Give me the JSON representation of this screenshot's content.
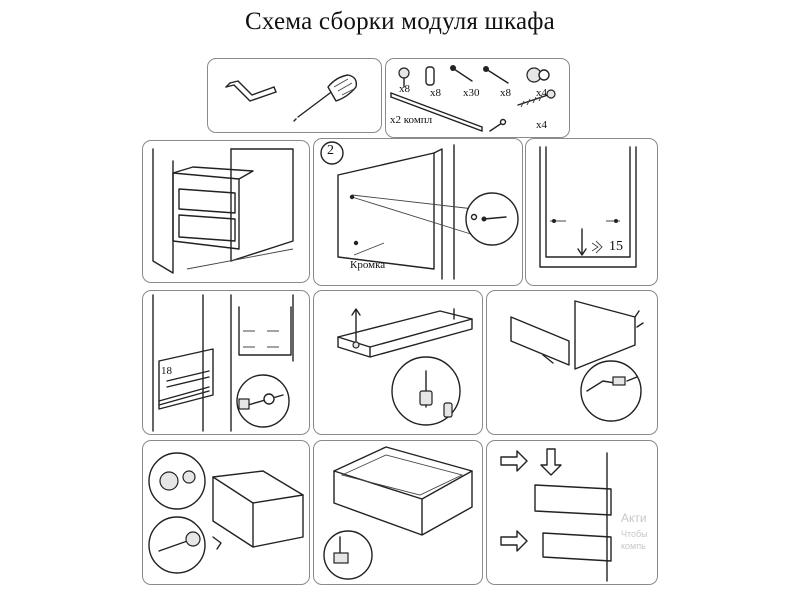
{
  "title": "Схема сборки модуля шкафа",
  "hardware": {
    "counts": [
      "x8",
      "x8",
      "x30",
      "x8",
      "x4",
      "x4"
    ],
    "kit_label": "x2 компл"
  },
  "step2": {
    "number": "2",
    "edge_label": "Кромка"
  },
  "step3": {
    "dimension": "15"
  },
  "step4": {
    "dimension": "18"
  },
  "watermark": {
    "line1": "Акти",
    "line2": "Чтобы",
    "line3": "компь"
  }
}
